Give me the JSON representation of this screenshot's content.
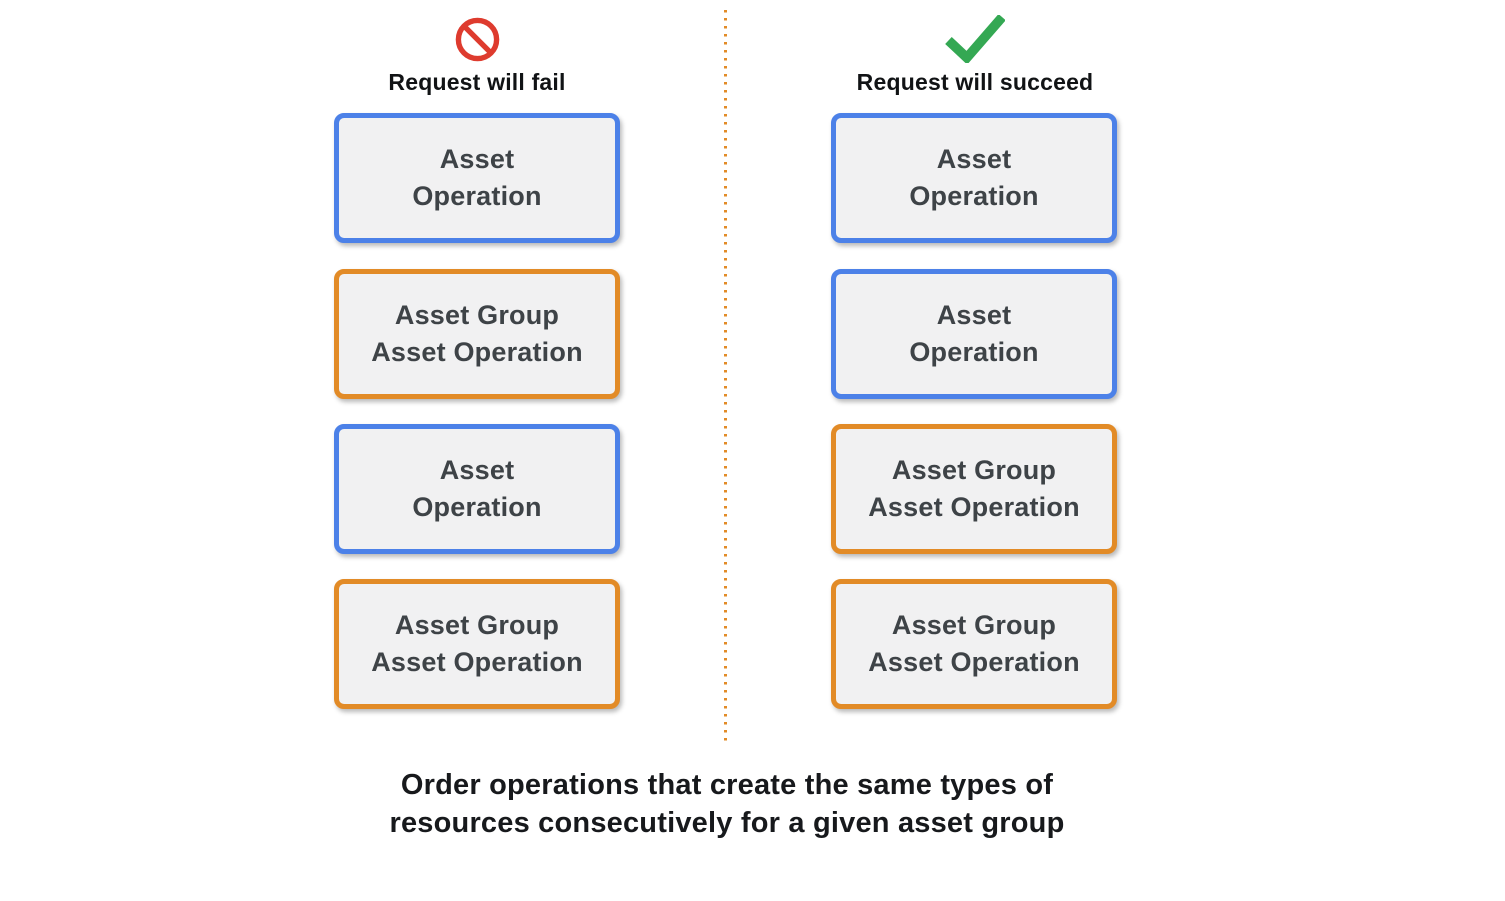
{
  "colors": {
    "blue": "#4C81E8",
    "orange": "#E28B27",
    "red": "#DE3B2E",
    "green": "#34A853",
    "box-fill": "#F1F1F2",
    "box-text": "#3E4347",
    "heading-text": "#111315",
    "caption-text": "#17191C"
  },
  "fail_column": {
    "icon": "no-entry-icon",
    "title": "Request will fail",
    "boxes": [
      {
        "type": "asset-operation",
        "line1": "Asset",
        "line2": "Operation"
      },
      {
        "type": "asset-group-asset-operation",
        "line1": "Asset Group",
        "line2": "Asset Operation"
      },
      {
        "type": "asset-operation",
        "line1": "Asset",
        "line2": "Operation"
      },
      {
        "type": "asset-group-asset-operation",
        "line1": "Asset Group",
        "line2": "Asset Operation"
      }
    ]
  },
  "succeed_column": {
    "icon": "checkmark-icon",
    "title": "Request will succeed",
    "boxes": [
      {
        "type": "asset-operation",
        "line1": "Asset",
        "line2": "Operation"
      },
      {
        "type": "asset-operation",
        "line1": "Asset",
        "line2": "Operation"
      },
      {
        "type": "asset-group-asset-operation",
        "line1": "Asset Group",
        "line2": "Asset Operation"
      },
      {
        "type": "asset-group-asset-operation",
        "line1": "Asset Group",
        "line2": "Asset Operation"
      }
    ]
  },
  "caption": {
    "line1": "Order operations that create the same types of",
    "line2": "resources consecutively for a given asset group"
  }
}
